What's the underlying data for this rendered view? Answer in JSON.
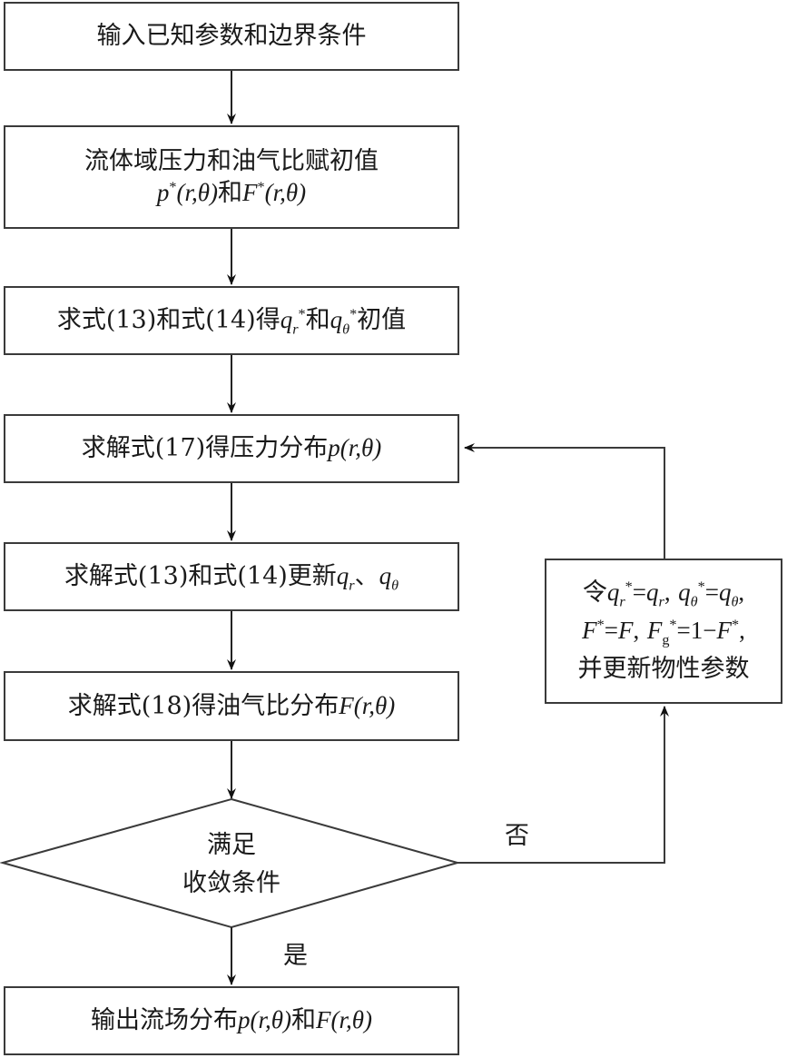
{
  "flowchart": {
    "steps": [
      {
        "id": "input",
        "text": "输入已知参数和边界条件"
      },
      {
        "id": "init",
        "line1": "流体域压力和油气比赋初值",
        "line2_a": "p",
        "line2_b": "*",
        "line2_c": "(r,θ)",
        "line2_d": "和",
        "line2_e": "F",
        "line2_f": "*",
        "line2_g": "(r,θ)"
      },
      {
        "id": "flow-init",
        "prefix": "求式(13)和式(14)得",
        "q": "q",
        "r": "r",
        "star": "*",
        "and": "和",
        "theta": "θ",
        "suffix": "初值"
      },
      {
        "id": "pressure",
        "prefix": "求解式(17)得压力分布",
        "p": "p",
        "args": "(r,θ)"
      },
      {
        "id": "update-flow",
        "prefix": "求解式(13)和式(14)更新",
        "q": "q",
        "r": "r",
        "sep": "、",
        "theta": "θ"
      },
      {
        "id": "oil-gas",
        "prefix": "求解式(18)得油气比分布",
        "F": "F",
        "args": "(r,θ)"
      },
      {
        "id": "output",
        "prefix": "输出流场分布",
        "p": "p",
        "args": "(r,θ)",
        "and": "和",
        "F": "F"
      }
    ],
    "decision": {
      "line1": "满足",
      "line2": "收敛条件",
      "yes_label": "是",
      "no_label": "否"
    },
    "update_box": {
      "line1_prefix": "令",
      "q": "q",
      "r": "r",
      "theta": "θ",
      "star": "*",
      "eq": "=",
      "comma": ",",
      "F": "F",
      "g": "g",
      "one_minus": "=1−",
      "line3": "并更新物性参数"
    }
  }
}
